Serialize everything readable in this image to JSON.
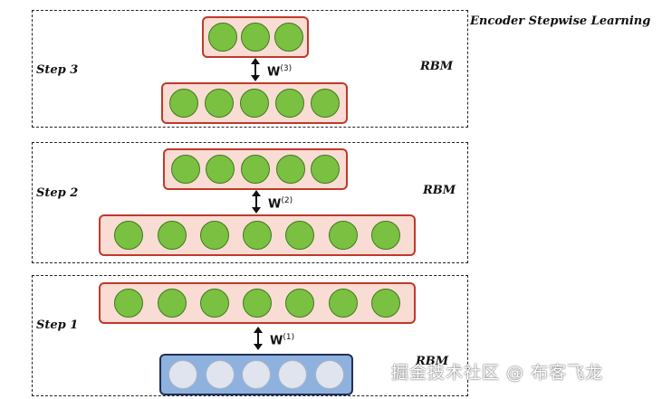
{
  "title": "Encoder Stepwise Learning",
  "colors": {
    "hidden_unit": "#7ac142",
    "hidden_layer_fill": "#f9dcd3",
    "hidden_layer_border": "#c0392b",
    "visible_unit": "#dfe4ee",
    "visible_layer_fill": "#8fb1de",
    "visible_layer_border": "#1f2f5a"
  },
  "steps": [
    {
      "label": "Step 3",
      "rbm_label": "RBM",
      "weight_base": "W",
      "weight_index": "(3)",
      "top_layer_units": 3,
      "bottom_layer_units": 5
    },
    {
      "label": "Step 2",
      "rbm_label": "RBM",
      "weight_base": "W",
      "weight_index": "(2)",
      "top_layer_units": 5,
      "bottom_layer_units": 7
    },
    {
      "label": "Step 1",
      "rbm_label": "RBM",
      "weight_base": "W",
      "weight_index": "(1)",
      "top_layer_units": 7,
      "bottom_layer_units": 5
    }
  ],
  "watermark": "掘金技术社区 @ 布客飞龙"
}
